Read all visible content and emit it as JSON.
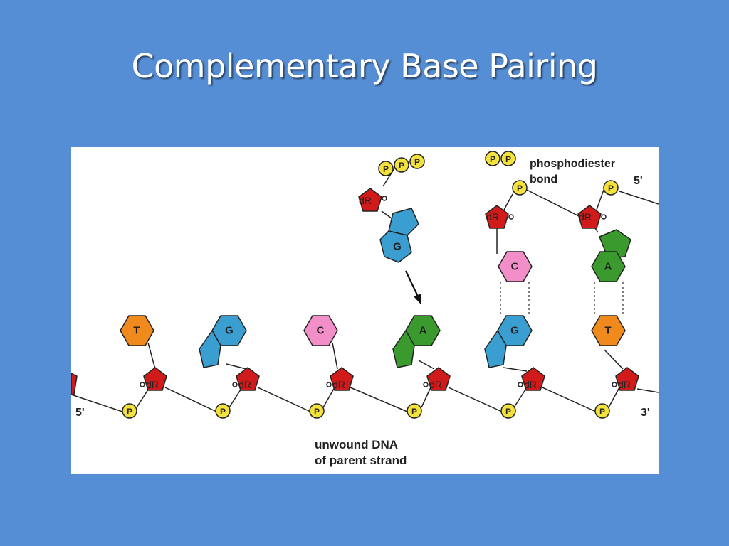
{
  "slide": {
    "title": "Complementary Base Pairing",
    "background": "#558ed5"
  },
  "diagram": {
    "labels": {
      "phosphodiester": "phosphodiester",
      "bond": "bond",
      "top_5prime": "5'",
      "bottom_5prime": "5'",
      "bottom_3prime": "3'",
      "unwound_line1": "unwound DNA",
      "unwound_line2": "of parent strand"
    },
    "phosphate": "P",
    "sugar": "dR",
    "free_nucleotide": {
      "base": "G",
      "phosphates": [
        "P",
        "P",
        "P"
      ]
    },
    "released_phosphates": [
      "P",
      "P"
    ],
    "new_strand": [
      {
        "base": "C",
        "pair": "G"
      },
      {
        "base": "A",
        "pair": "T"
      }
    ],
    "parent_strand": [
      "T",
      "G",
      "C",
      "A",
      "G",
      "T"
    ],
    "colors": {
      "A": "#3a9a2e",
      "G": "#3a9fd0",
      "C": "#f28fc8",
      "T": "#f08a1c",
      "sugar": "#d11a1a",
      "phosphate": "#f4e23c"
    }
  }
}
